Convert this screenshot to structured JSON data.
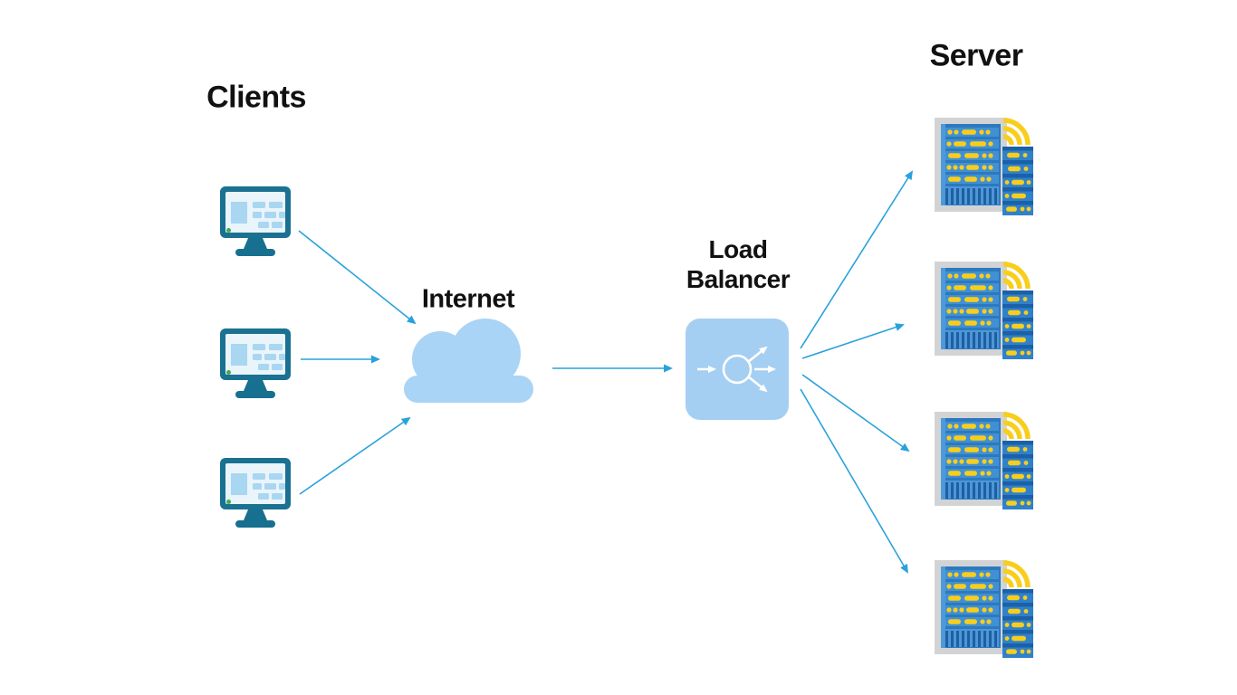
{
  "diagram": {
    "labels": {
      "clients": "Clients",
      "internet": "Internet",
      "load_balancer_lines": [
        "Load",
        "Balancer"
      ],
      "server": "Server"
    },
    "nodes": {
      "clients": {
        "label": "Clients",
        "count": 3,
        "icon": "desktop-monitor-icon"
      },
      "internet": {
        "label": "Internet",
        "icon": "cloud-icon"
      },
      "load_balancer": {
        "label": "Load Balancer",
        "icon": "load-balancer-distribution-icon"
      },
      "servers": {
        "label": "Server",
        "count": 4,
        "icon": "server-rack-icon"
      }
    },
    "edges": [
      {
        "from": "client-1",
        "to": "internet"
      },
      {
        "from": "client-2",
        "to": "internet"
      },
      {
        "from": "client-3",
        "to": "internet"
      },
      {
        "from": "internet",
        "to": "load-balancer"
      },
      {
        "from": "load-balancer",
        "to": "server-1"
      },
      {
        "from": "load-balancer",
        "to": "server-2"
      },
      {
        "from": "load-balancer",
        "to": "server-3"
      },
      {
        "from": "load-balancer",
        "to": "server-4"
      }
    ],
    "colors": {
      "background": "#FFFFFF",
      "label_text": "#111111",
      "arrow_blue": "#29A2DC",
      "cloud_fill": "#A9D4F6",
      "load_balancer_fill": "#A4CFF2",
      "load_balancer_glyph": "#FFFFFF",
      "monitor_frame_teal": "#1A7191",
      "monitor_screen": "#E9F4FB",
      "monitor_content": "#A9D6F1",
      "monitor_power_led_green": "#3FAE49",
      "server_frame_gray": "#D2D3D5",
      "server_panel_blue": "#4190D3",
      "server_panel_dark_blue": "#2C79BF",
      "server_vent_stripe": "#1E5FA4",
      "server_small_tower_blue": "#3181C9",
      "server_light_yellow": "#F8CE1C"
    }
  }
}
